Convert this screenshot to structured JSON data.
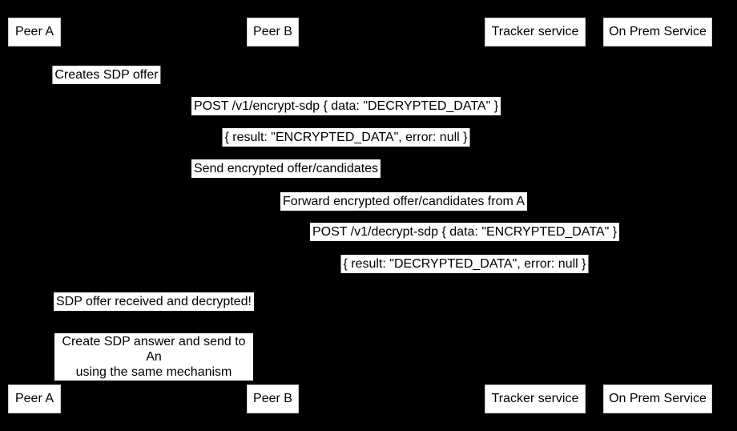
{
  "diagram": {
    "type": "sequence",
    "background_color": "#000000",
    "box_fill_color": "#ffffff",
    "box_border_color": "#cccccc",
    "text_color": "#000000"
  },
  "participants": [
    {
      "label": "Peer A"
    },
    {
      "label": "Peer B"
    },
    {
      "label": "Tracker service"
    },
    {
      "label": "On Prem Service"
    }
  ],
  "messages": [
    {
      "text": "Creates SDP offer",
      "from": "Peer A",
      "to": "Peer A"
    },
    {
      "text": "POST /v1/encrypt-sdp { data: \"DECRYPTED_DATA\" }",
      "from": "Peer A",
      "to": "On Prem Service"
    },
    {
      "text": "{ result: \"ENCRYPTED_DATA\", error: null }",
      "from": "On Prem Service",
      "to": "Peer A"
    },
    {
      "text": "Send encrypted offer/candidates",
      "from": "Peer A",
      "to": "Tracker service"
    },
    {
      "text": "Forward encrypted offer/candidates from A",
      "from": "Tracker service",
      "to": "Peer B"
    },
    {
      "text": "POST /v1/decrypt-sdp { data: \"ENCRYPTED_DATA\" }",
      "from": "Peer B",
      "to": "On Prem Service"
    },
    {
      "text": "{ result: \"DECRYPTED_DATA\", error: null }",
      "from": "On Prem Service",
      "to": "Peer B"
    },
    {
      "text": "SDP offer received and decrypted!",
      "from": "Peer B",
      "to": "Peer A"
    }
  ],
  "note": {
    "lines": [
      "Create SDP answer and send to An",
      "using the same mechanism"
    ]
  }
}
